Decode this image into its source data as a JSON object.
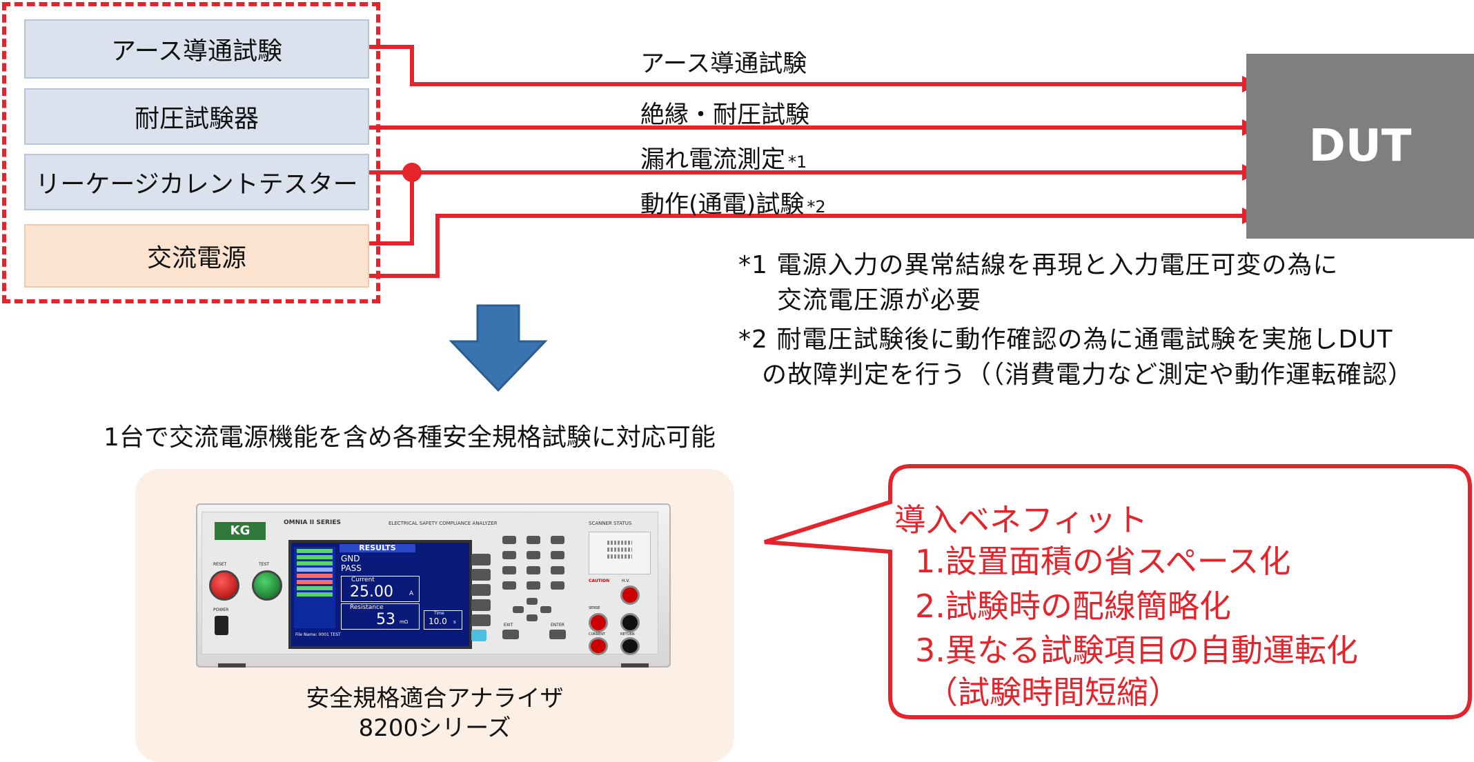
{
  "sources": [
    {
      "id": "earth",
      "label": "アース導通試験"
    },
    {
      "id": "hipot",
      "label": "耐圧試験器"
    },
    {
      "id": "leak",
      "label": "リーケージカレントテスター"
    },
    {
      "id": "acpower",
      "label": "交流電源"
    }
  ],
  "lines": [
    {
      "label": "アース導通試験",
      "mark": ""
    },
    {
      "label": "絶縁・耐圧試験",
      "mark": ""
    },
    {
      "label": "漏れ電流測定",
      "mark": "*1"
    },
    {
      "label": "動作(通電)試験",
      "mark": "*2"
    }
  ],
  "dut_label": "DUT",
  "notes": [
    "*1 電源入力の異常結線を再現と入力電圧可変の為に",
    "交流電圧源が必要",
    "*2 耐電圧試験後に動作確認の為に通電試験を実施しDUT",
    "の故障判定を行う（（消費電力など測定や動作運転確認）"
  ],
  "summary": "1台で交流電源機能を含め各種安全規格試験に対応可能",
  "product": {
    "caption_line1": "安全規格適合アナライザ",
    "caption_line2": "8200シリーズ",
    "brand": "KG",
    "series": "OMNIA II SERIES",
    "model_title": "ELECTRICAL SAFETY COMPLIANCE ANALYZER",
    "scanner_title": "SCANNER STATUS",
    "screen": {
      "header": "RESULTS",
      "mode": "GND",
      "status": "PASS",
      "current_label": "Current",
      "current_value": "25.00",
      "current_unit": "A",
      "resistance_label": "Resistance",
      "resistance_value": "53",
      "resistance_unit": "mΩ",
      "time_label": "Time",
      "time_value": "10.0",
      "time_unit": "s",
      "file_name": "File Name:  0001  TEST"
    },
    "reset_label": "RESET",
    "test_label": "TEST",
    "power_label": "POWER",
    "exit_label": "EXIT",
    "enter_label": "ENTER",
    "caution_label": "CAUTION",
    "sense_label": "SENSE",
    "current_jack_label": "CURRENT",
    "return_label": "RETURN",
    "hv_label": "H.V."
  },
  "benefits": {
    "title": "導入ベネフィット",
    "items": [
      "1.設置面積の省スペース化",
      "2.試験時の配線簡略化",
      "3.異なる試験項目の自動運転化",
      "（試験時間短縮）"
    ]
  },
  "colors": {
    "accent": "#e4232b",
    "arrow": "#3a74b0",
    "dut": "#7f7f7f"
  }
}
